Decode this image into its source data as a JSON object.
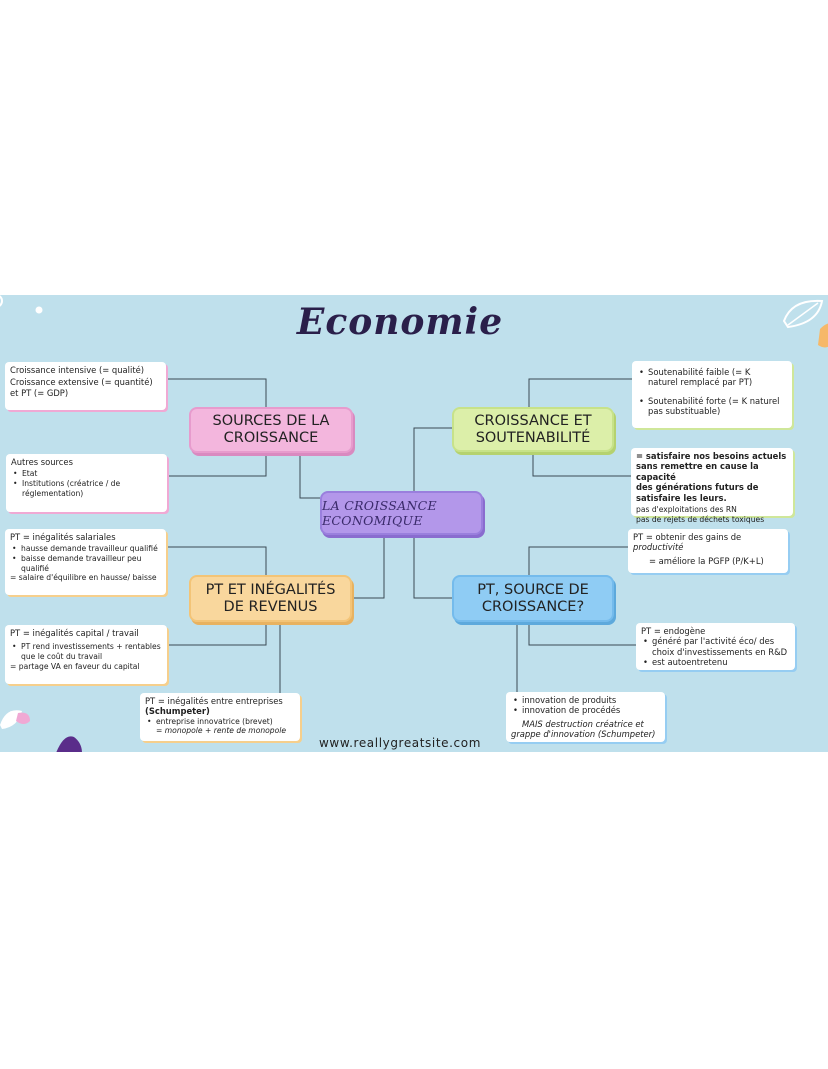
{
  "title": "Economie",
  "center": "LA CROISSANCE ECONOMIQUE",
  "footer": "www.reallygreatsite.com",
  "colors": {
    "background": "#bfe0ec",
    "pink": "#f3b6dd",
    "green": "#dcefa9",
    "orange": "#f9d79d",
    "blue": "#8fccf4",
    "center": "#b397ea"
  },
  "branches": {
    "sources": {
      "label": "SOURCES DE LA\nCROISSANCE",
      "card1": [
        "Croissance intensive (= qualité)",
        "Croissance extensive (= quantité)",
        "et PT (= GDP)"
      ],
      "card2": {
        "heading": "Autres sources",
        "items": [
          "Etat",
          "Institutions (créatrice / de",
          "réglementation)"
        ]
      }
    },
    "soutenabilite": {
      "label": "CROISSANCE ET\nSOUTENABILITÉ",
      "card1": [
        "Soutenabilité faible (= K",
        "naturel remplacé par PT)",
        "Soutenabilité forte (= K naturel",
        "pas substituable)"
      ],
      "card2": [
        "= satisfaire nos besoins actuels",
        "sans remettre en cause la capacité",
        "des générations futurs de",
        "satisfaire les leurs.",
        "pas d'exploitations des RN",
        "pas de rejets de déchets toxiques"
      ]
    },
    "inegalites": {
      "label": "PT ET INÉGALITÉS\nDE REVENUS",
      "card1": [
        "PT = inégalités salariales",
        "hausse demande travailleur qualifié",
        "baisse demande travailleur peu",
        "qualifié",
        "= salaire d'équilibre en hausse/ baisse"
      ],
      "card2": [
        "PT = inégalités capital / travail",
        "PT rend investissements + rentables",
        "que le coût du travail",
        "= partage VA en faveur du capital"
      ],
      "card3": [
        "PT = inégalités entre entreprises",
        "(Schumpeter)",
        "entreprise innovatrice (brevet)",
        "= monopole + rente de monopole"
      ]
    },
    "source_croissance": {
      "label": "PT, SOURCE DE\nCROISSANCE?",
      "card1": [
        "PT = obtenir des gains de",
        "productivité",
        "= améliore la PGFP (P/K+L)"
      ],
      "card2": [
        "PT = endogène",
        "généré par l'activité éco/ des",
        "choix d'investissements en R&D",
        "est autoentretenu"
      ],
      "card3": [
        "innovation de produits",
        "innovation de procédés",
        "MAIS destruction créatrice et",
        "grappe d'innovation (Schumpeter)"
      ]
    }
  }
}
